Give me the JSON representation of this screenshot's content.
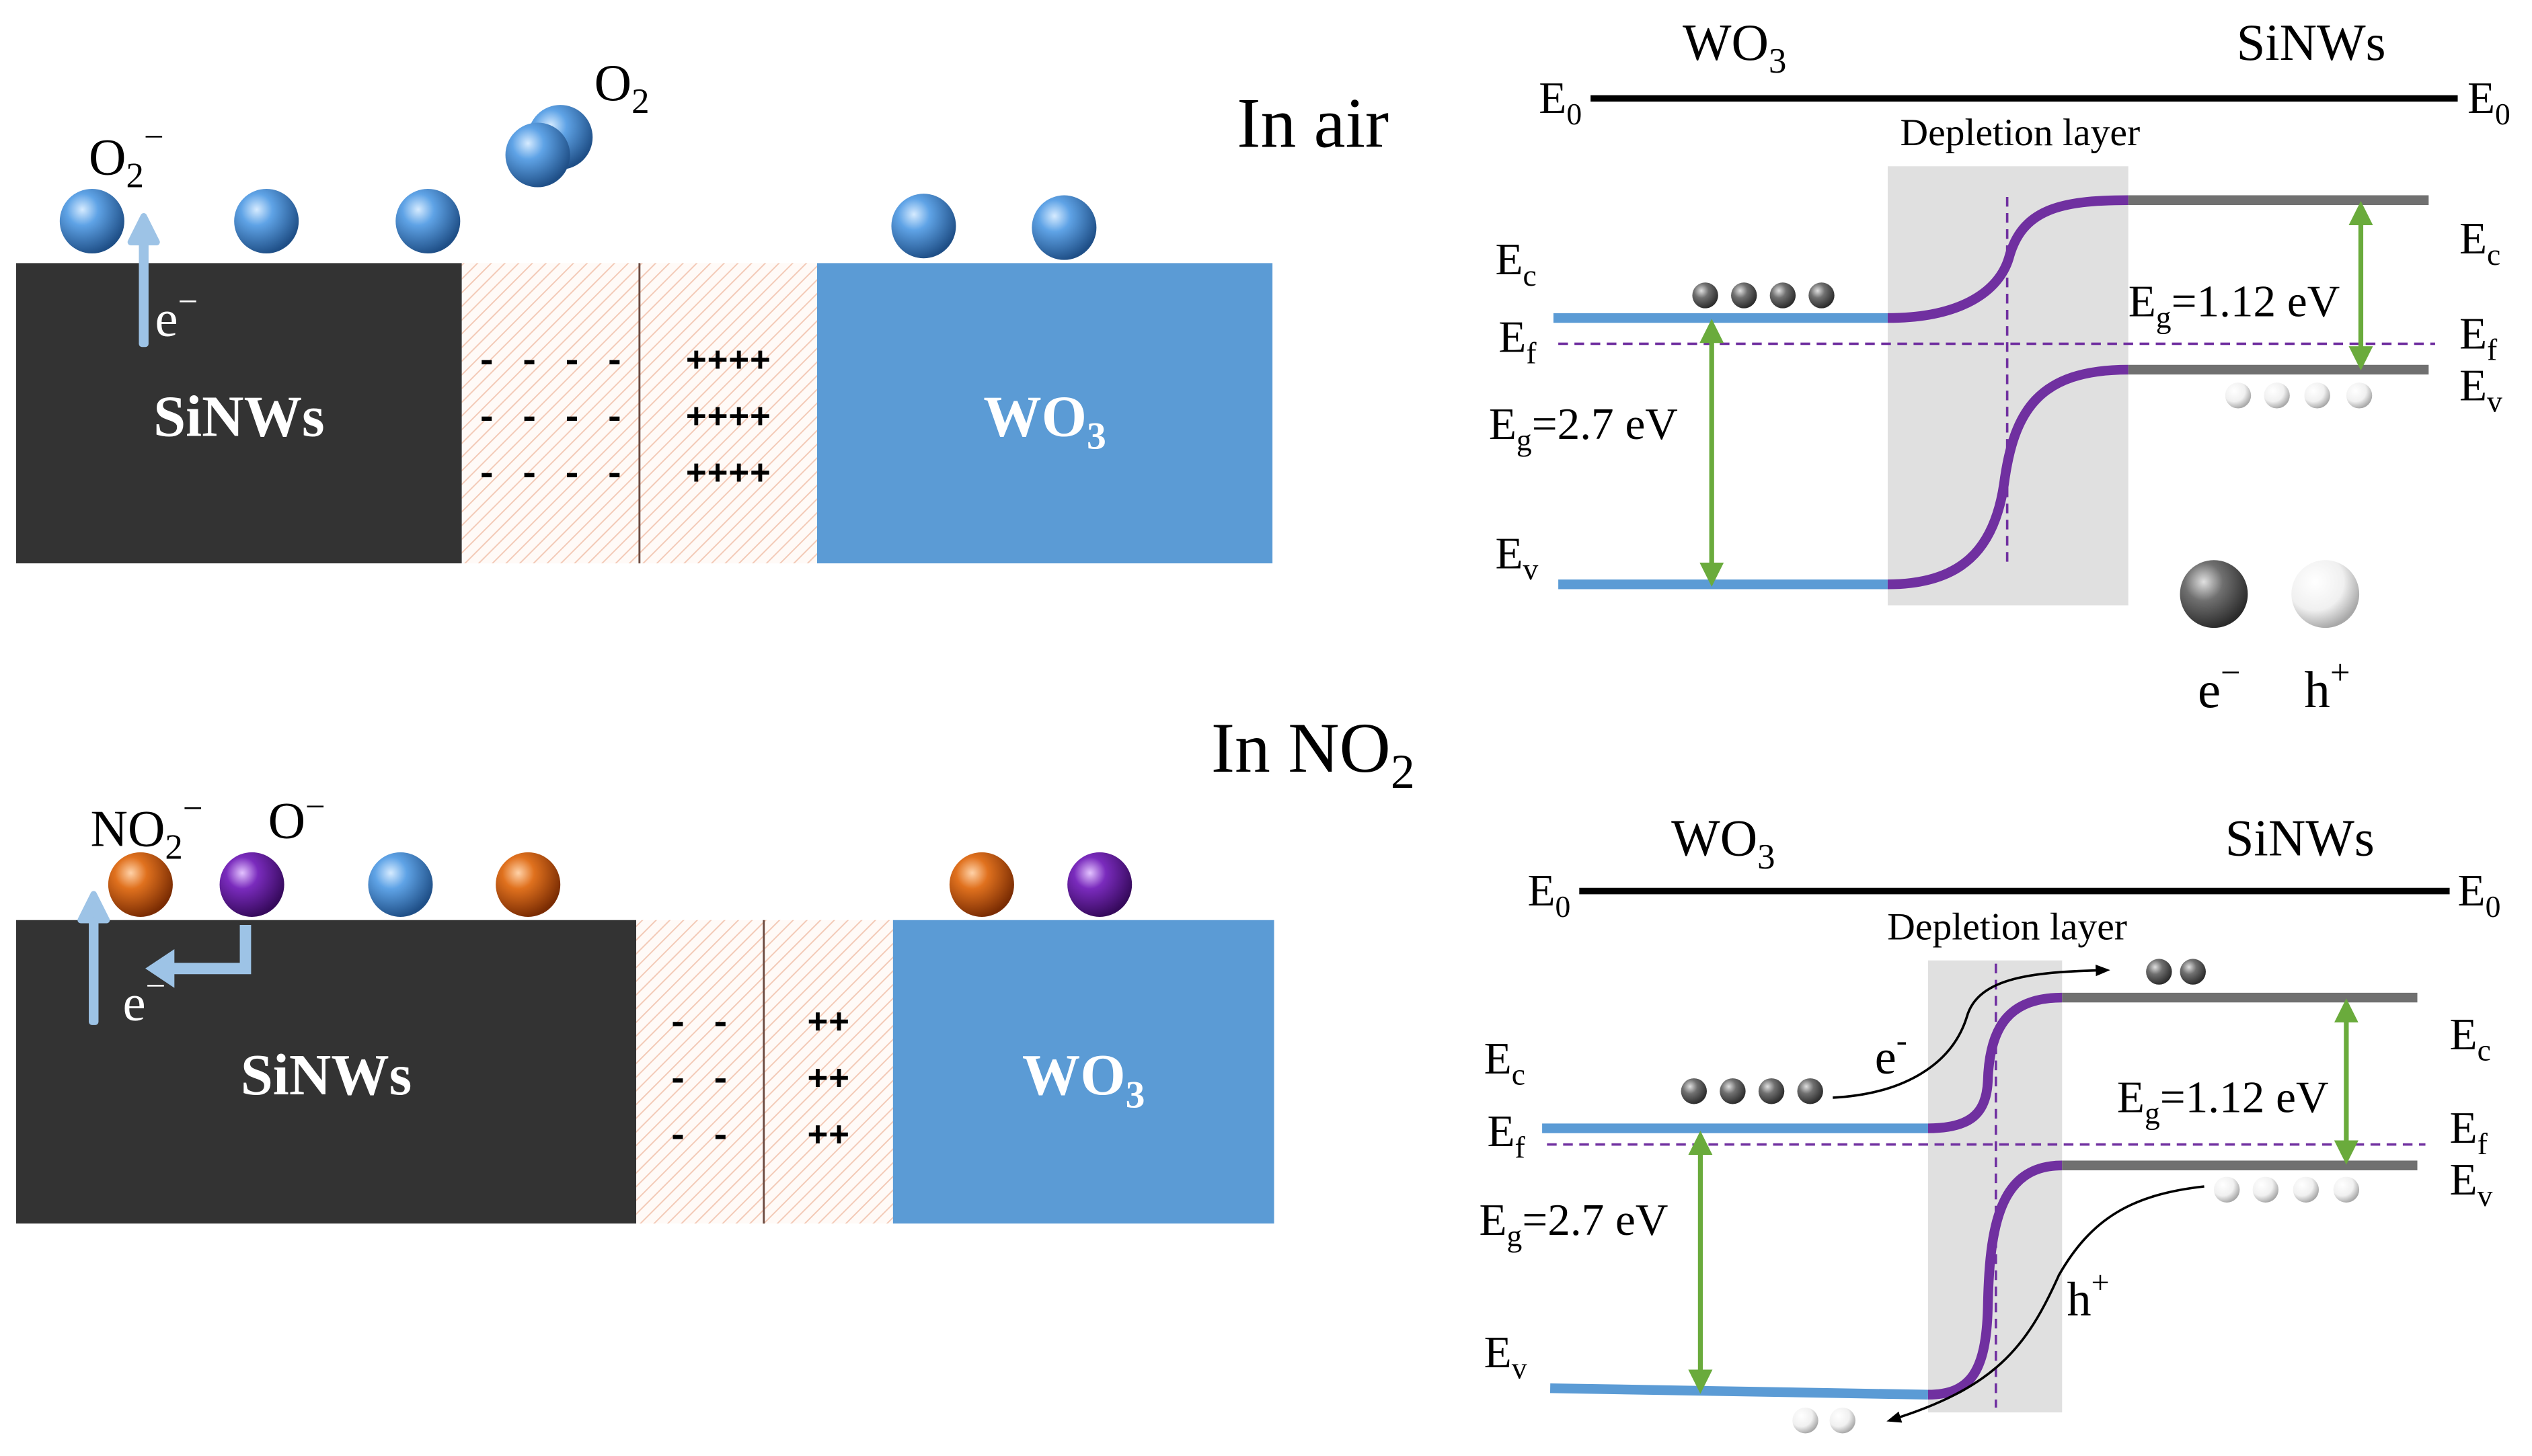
{
  "colors": {
    "sinws_block": "#333333",
    "wo3_block": "#5b9bd5",
    "hatch": "#f3c9b6",
    "purple_band": "#7030a0",
    "blue_band": "#5b9bd5",
    "gray_band": "#707070",
    "gap_arrow": "#6aab3c",
    "fermi": "#7030a0",
    "depletion_fill": "#e0e0e0",
    "e_arrow": "#9dc3e6",
    "sphere_blue": "#3a7fc4",
    "sphere_orange": "#c55a11",
    "sphere_purple": "#6a1fa0"
  },
  "top_left": {
    "title": "In air",
    "o2_label": "O",
    "o2_sub": "2",
    "o2minus_label": "O",
    "o2minus_sub": "2",
    "o2minus_sup": "−",
    "electron_label": "e",
    "electron_sup": "−",
    "sinws_label": "SiNWs",
    "wo3_label": "WO",
    "wo3_sub": "3",
    "neg_charges": [
      "- - - -",
      "- - - -",
      "- - - -"
    ],
    "pos_charges": [
      "++++",
      "++++",
      "++++"
    ]
  },
  "bottom_left": {
    "title": "In NO",
    "title_sub": "2",
    "no2_label": "NO",
    "no2_sub": "2",
    "no2_sup": "−",
    "ominus_label": "O",
    "ominus_sup": "−",
    "electron_label": "e",
    "electron_sup": "−",
    "sinws_label": "SiNWs",
    "wo3_label": "WO",
    "wo3_sub": "3",
    "neg_charges": [
      "- -",
      "- -",
      "- -"
    ],
    "pos_charges": [
      "++",
      "++",
      "++"
    ]
  },
  "band_top": {
    "wo3_label": "WO",
    "wo3_sub": "3",
    "sinws_label": "SiNWs",
    "e0_label": "E",
    "e0_sub": "0",
    "depletion_label": "Depletion layer",
    "ec_label": "E",
    "ec_sub": "c",
    "ef_label": "E",
    "ef_sub": "f",
    "ev_label": "E",
    "ev_sub": "v",
    "eg_wo3_label": "E",
    "eg_wo3_sub": "g",
    "eg_wo3_value": "=2.7 eV",
    "eg_si_label": "E",
    "eg_si_sub": "g",
    "eg_si_value": "=1.12 eV",
    "legend_electron": "e",
    "legend_electron_sup": "−",
    "legend_hole": "h",
    "legend_hole_sup": "+"
  },
  "band_bottom": {
    "wo3_label": "WO",
    "wo3_sub": "3",
    "sinws_label": "SiNWs",
    "e0_label": "E",
    "e0_sub": "0",
    "depletion_label": "Depletion layer",
    "ec_label": "E",
    "ec_sub": "c",
    "ef_label": "E",
    "ef_sub": "f",
    "ev_label": "E",
    "ev_sub": "v",
    "eg_wo3_label": "E",
    "eg_wo3_sub": "g",
    "eg_wo3_value": "=2.7 eV",
    "eg_si_label": "E",
    "eg_si_sub": "g",
    "eg_si_value": "=1.12 eV",
    "electron_flow_label": "e",
    "electron_flow_sup": "-",
    "hole_flow_label": "h",
    "hole_flow_sup": "+"
  }
}
